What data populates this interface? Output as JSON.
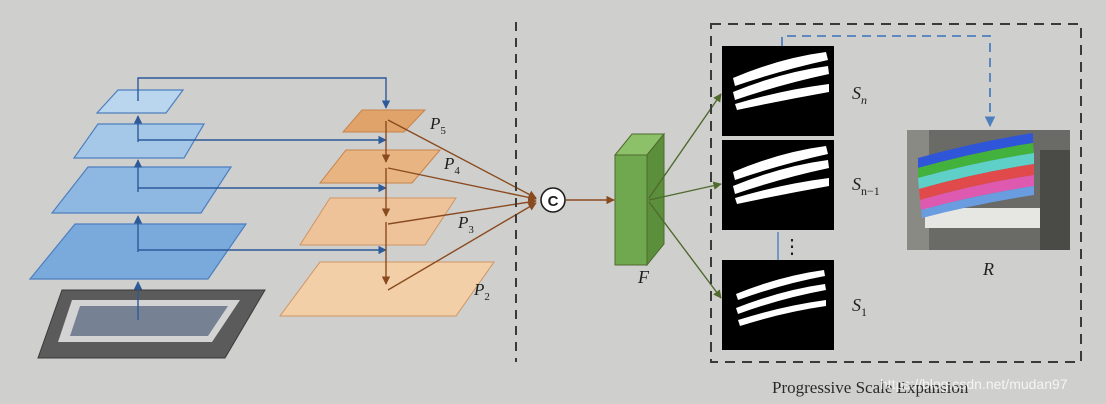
{
  "labels": {
    "p5": "P",
    "p5_sub": "5",
    "p4": "P",
    "p4_sub": "4",
    "p3": "P",
    "p3_sub": "3",
    "p2": "P",
    "p2_sub": "2",
    "concat_symbol": "C",
    "f_label": "F",
    "sn": "S",
    "sn_sub": "n",
    "sn1": "S",
    "sn1_sub": "n−1",
    "s1": "S",
    "s1_sub": "1",
    "r": "R",
    "dots": "⋮"
  },
  "caption": "Progressive Scale Expansion",
  "watermark": "https://blog.csdn.net/mudan97",
  "colors": {
    "background": "#cfcfcd",
    "pyramid_fill": "#7aa9dc",
    "pyramid_fill_light": "#b3d2ea",
    "pyramid_stroke": "#4d7fbf",
    "feature_orange": "#e0a36a",
    "feature_orange_light": "#f2cfa6",
    "feature_arrow": "#8a4a1f",
    "fuse_green": "#6fa84f",
    "dashed": "#3a3a3a",
    "expansion_arrow": "#4d7fbf",
    "blue_arrow": "#2d5a99"
  }
}
